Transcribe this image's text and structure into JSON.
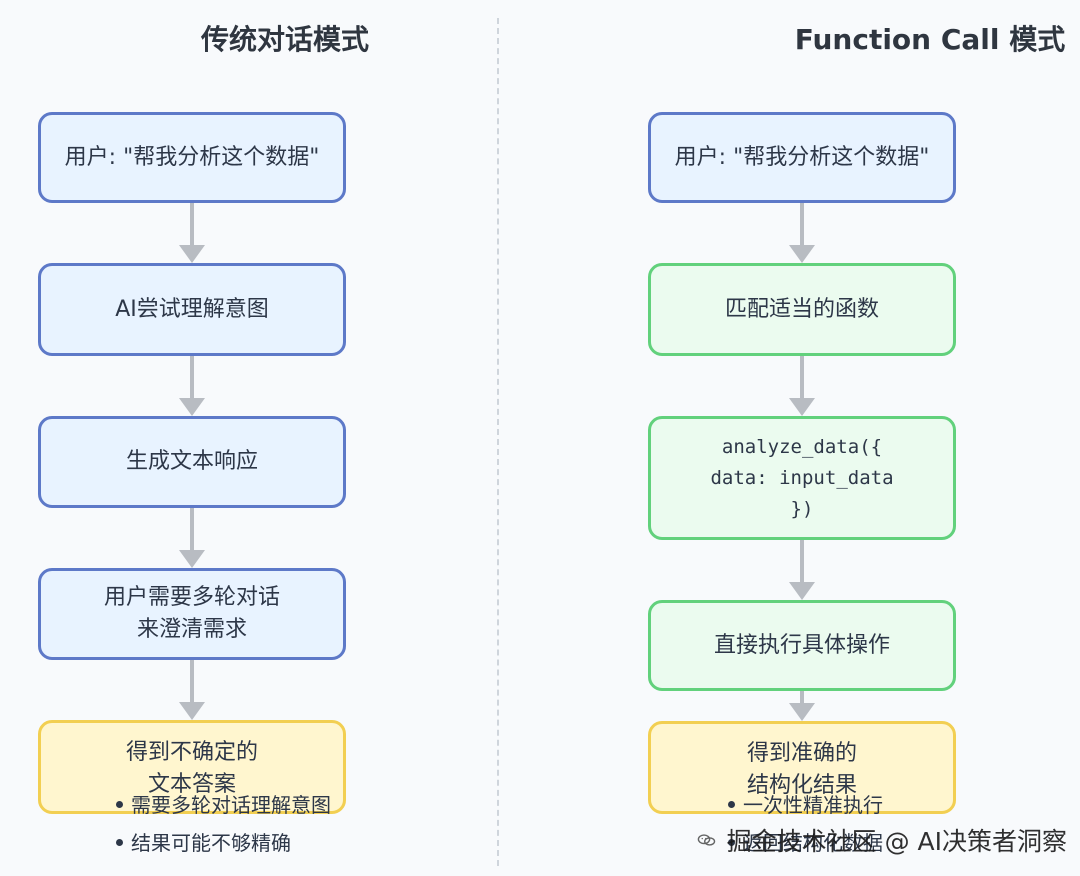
{
  "titles": {
    "left": "传统对话模式",
    "right": "Function Call 模式"
  },
  "left_flow": [
    "用户: \"帮我分析这个数据\"",
    "AI尝试理解意图",
    "生成文本响应",
    "用户需要多轮对话\n来澄清需求",
    "得到不确定的\n文本答案"
  ],
  "left_notes": [
    "需要多轮对话理解意图",
    "结果可能不够精确"
  ],
  "right_flow": [
    "用户: \"帮我分析这个数据\"",
    "匹配适当的函数",
    "analyze_data({\ndata: input_data\n})",
    "直接执行具体操作",
    "得到准确的\n结构化结果"
  ],
  "right_notes": [
    "一次性精准执行",
    "返回结构化数据"
  ],
  "watermark": "掘金技术社区 @ AI决策者洞察",
  "colors": {
    "blue_fill": "#e8f3ff",
    "blue_border": "#5d79c8",
    "green_fill": "#ebfbef",
    "green_border": "#62d17c",
    "yellow_fill": "#fff6cf",
    "yellow_border": "#f2cf52",
    "arrow": "#b8bcc2"
  },
  "icons": {
    "arrow": "arrow-down-icon",
    "watermark": "wechat-icon"
  }
}
